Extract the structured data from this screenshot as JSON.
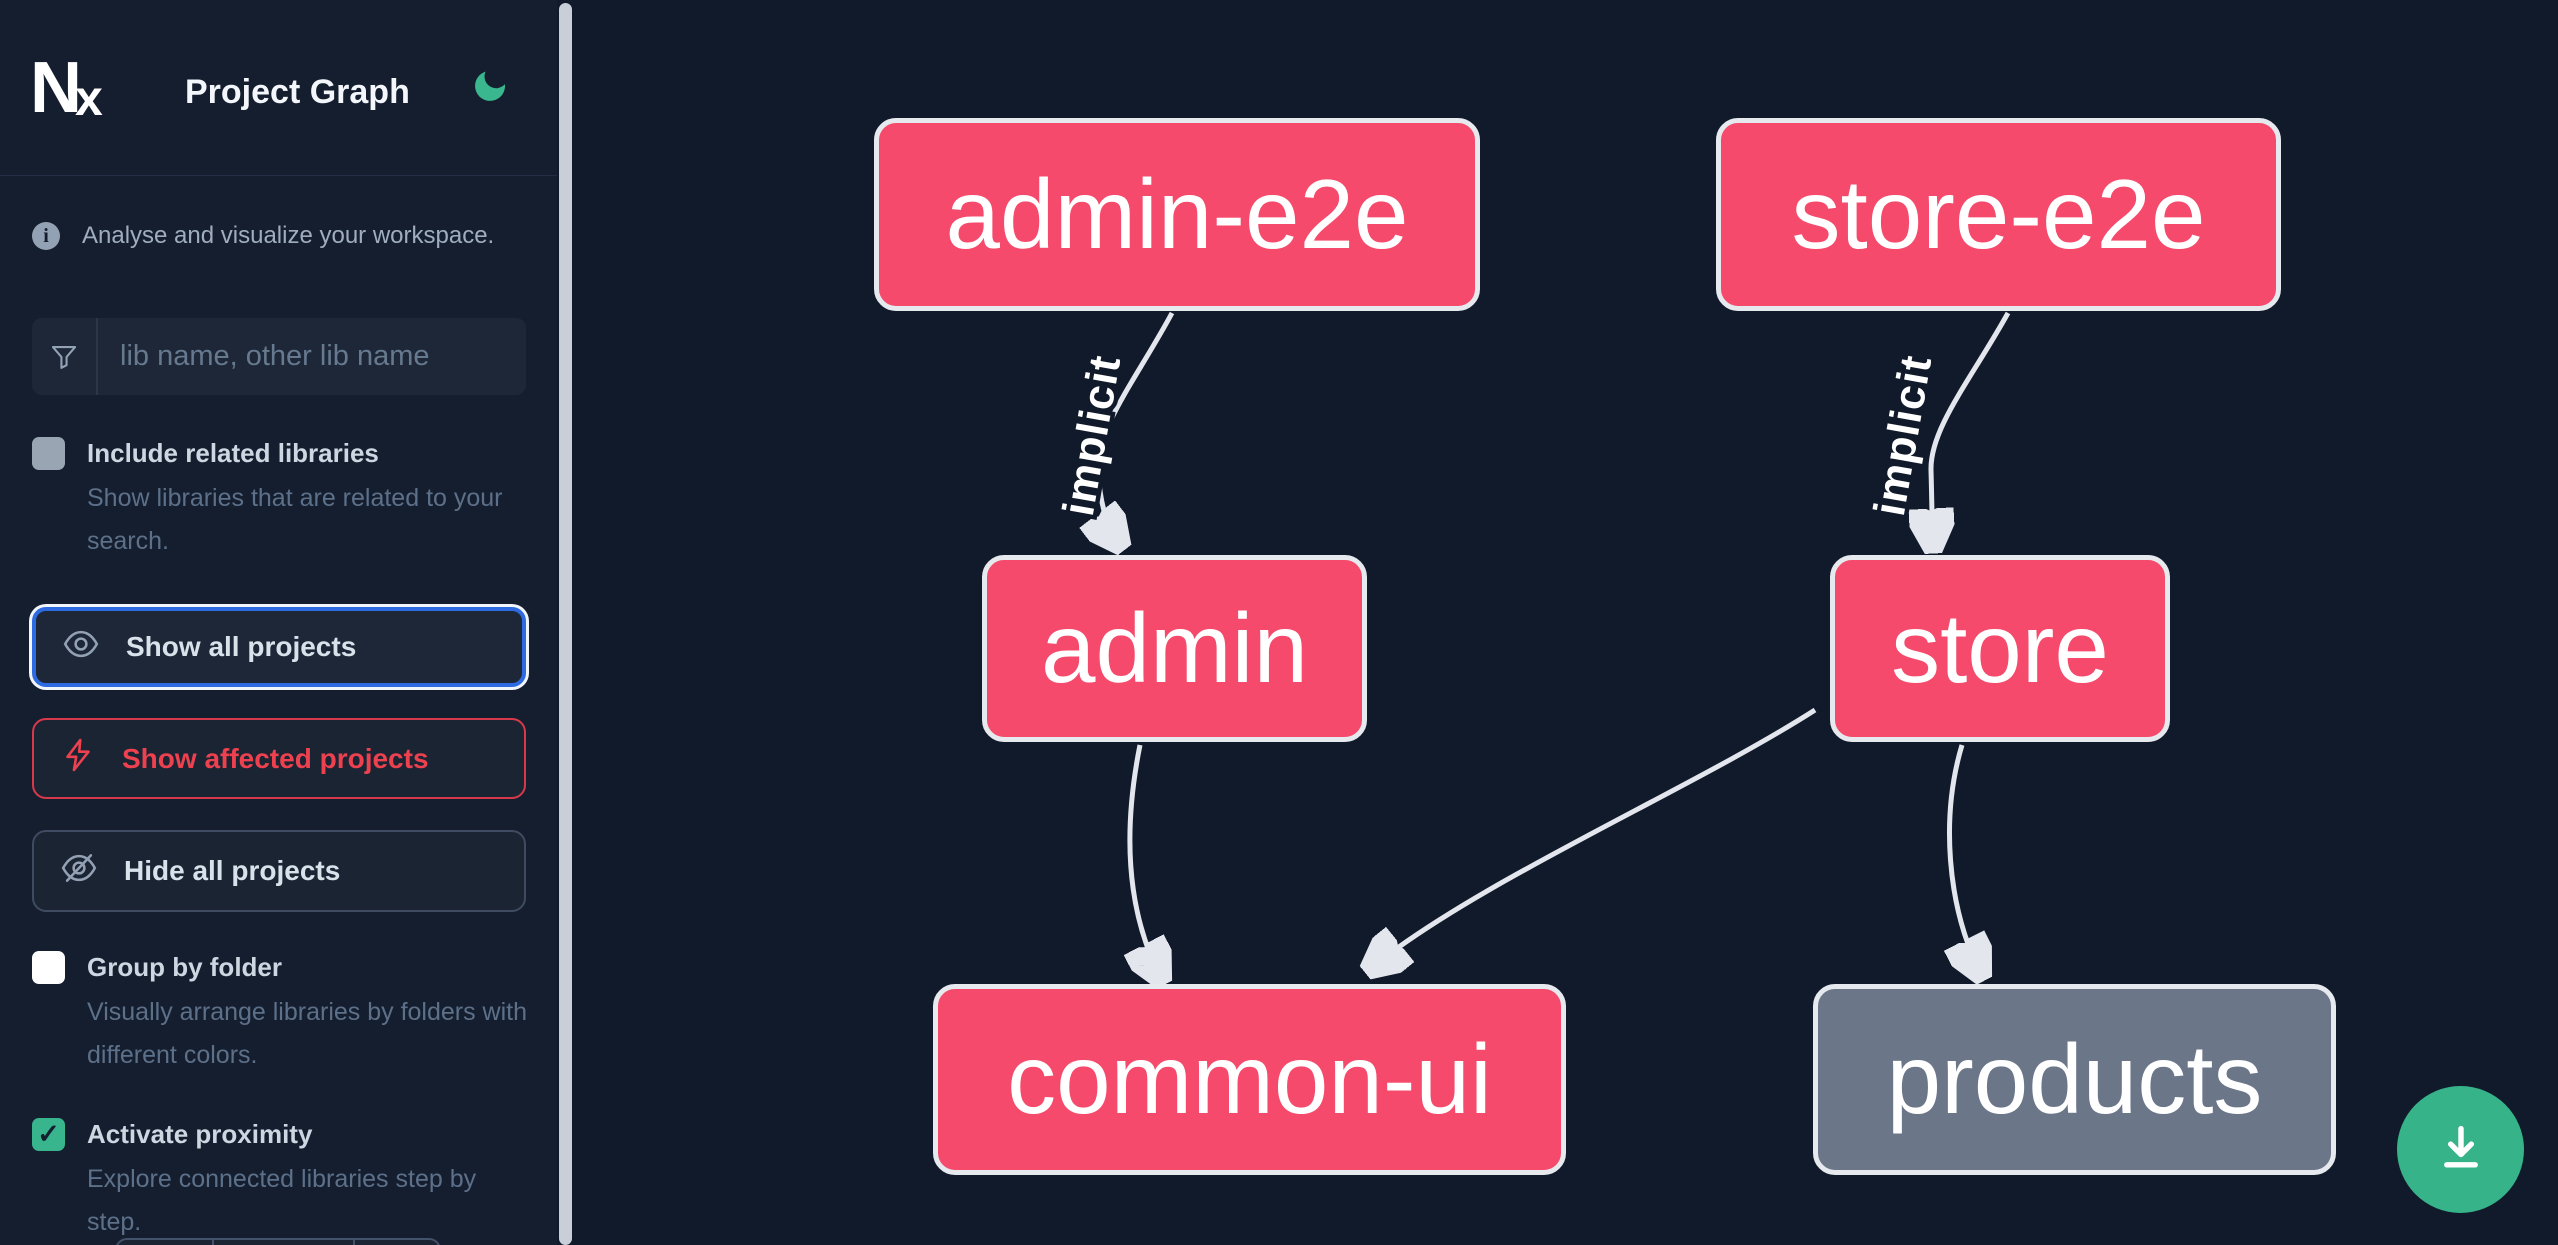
{
  "app": {
    "logo_n": "N",
    "logo_x": "x",
    "title": "Project Graph"
  },
  "sidebar": {
    "tagline": "Analyse and visualize your workspace.",
    "search": {
      "placeholder": "lib name, other lib name"
    },
    "toggles": [
      {
        "label": "Include related libraries",
        "description": "Show libraries that are related to your search.",
        "checked": false
      },
      {
        "label": "Group by folder",
        "description": "Visually arrange libraries by folders with different colors.",
        "checked": false
      },
      {
        "label": "Activate proximity",
        "description": "Explore connected libraries step by step.",
        "checked": true,
        "checkmark": "✓"
      }
    ],
    "buttons": [
      {
        "label": "Show all projects",
        "icon": "eye-icon"
      },
      {
        "label": "Show affected projects",
        "icon": "bolt-icon"
      },
      {
        "label": "Hide all projects",
        "icon": "eye-slash-icon"
      }
    ]
  },
  "graph": {
    "nodes": [
      {
        "id": "admin-e2e",
        "label": "admin-e2e",
        "type": "app"
      },
      {
        "id": "store-e2e",
        "label": "store-e2e",
        "type": "app"
      },
      {
        "id": "admin",
        "label": "admin",
        "type": "app"
      },
      {
        "id": "store",
        "label": "store",
        "type": "app"
      },
      {
        "id": "common-ui",
        "label": "common-ui",
        "type": "lib"
      },
      {
        "id": "products",
        "label": "products",
        "type": "lib-muted"
      }
    ],
    "edges": [
      {
        "from": "admin-e2e",
        "to": "admin",
        "label": "implicit"
      },
      {
        "from": "store-e2e",
        "to": "store",
        "label": "implicit"
      },
      {
        "from": "admin",
        "to": "common-ui",
        "label": ""
      },
      {
        "from": "store",
        "to": "common-ui",
        "label": ""
      },
      {
        "from": "store",
        "to": "products",
        "label": ""
      }
    ]
  },
  "fab": {
    "icon": "download-icon"
  },
  "colors": {
    "accent_green": "#38b58d",
    "node_pink": "#f54a6b",
    "node_gray": "#6b7689",
    "edge_gray": "#e3e7ed",
    "focus_blue": "#2e6ae0",
    "danger_red": "#ee4150",
    "canvas_bg": "#111a2b",
    "sidebar_bg": "#151e2f"
  }
}
